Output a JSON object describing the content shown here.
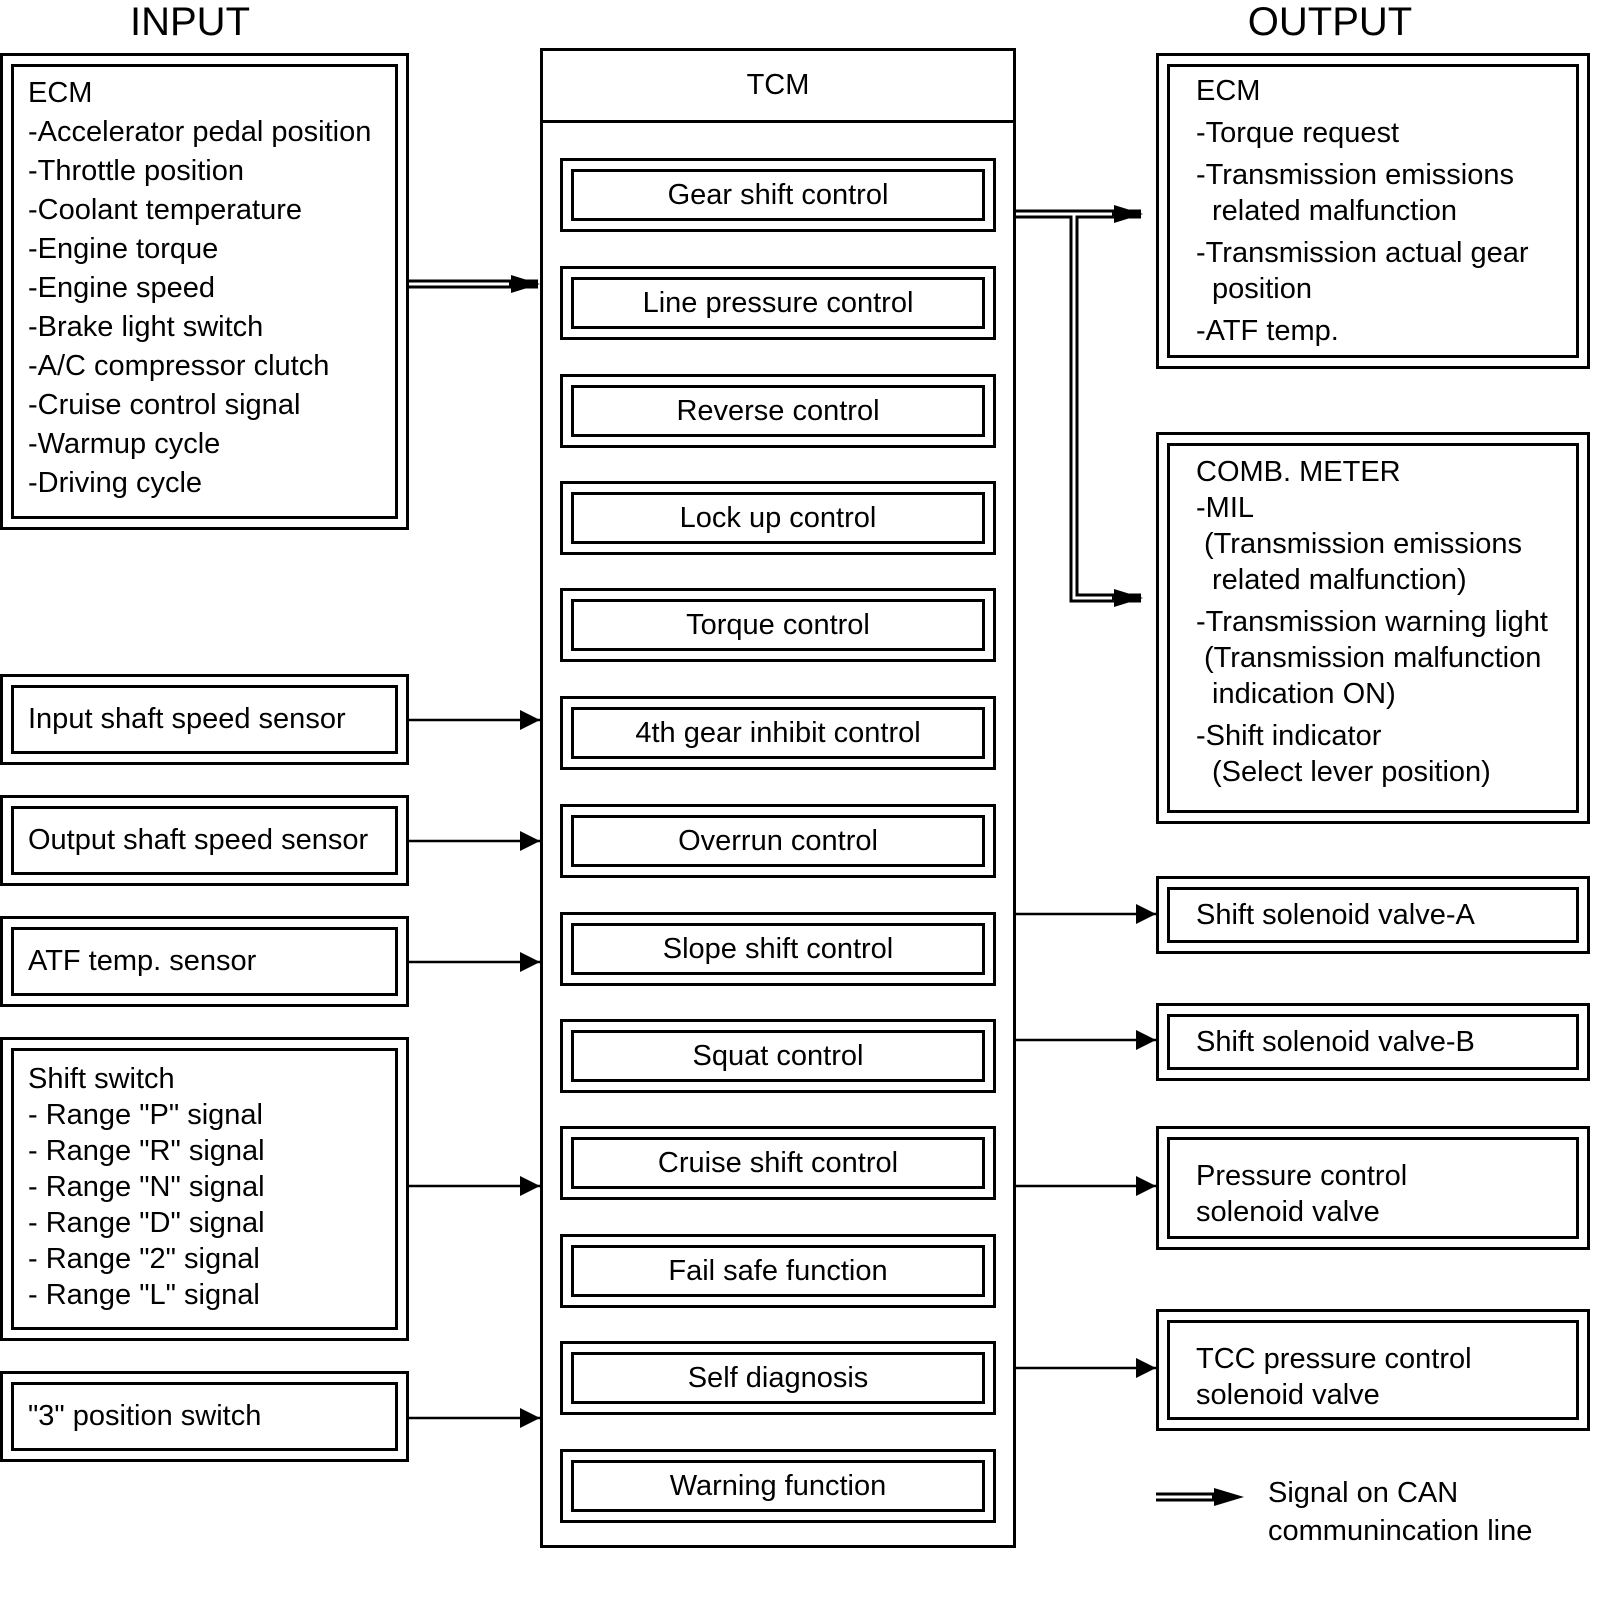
{
  "headers": {
    "input": "INPUT",
    "output": "OUTPUT"
  },
  "inputs": {
    "ecm": {
      "title": "ECM",
      "items": [
        "-Accelerator pedal position",
        "-Throttle position",
        "-Coolant temperature",
        "-Engine torque",
        "-Engine speed",
        "-Brake light switch",
        "-A/C compressor clutch",
        "-Cruise control signal",
        "-Warmup cycle",
        "-Driving cycle"
      ]
    },
    "input_shaft_speed_sensor": "Input shaft speed sensor",
    "output_shaft_speed_sensor": "Output shaft speed sensor",
    "atf_temp_sensor": "ATF temp. sensor",
    "shift_switch": {
      "title": "Shift switch",
      "items": [
        "- Range \"P\" signal",
        "- Range \"R\" signal",
        "- Range \"N\" signal",
        "- Range \"D\" signal",
        "- Range \"2\" signal",
        "- Range \"L\" signal"
      ]
    },
    "position_3_switch": "\"3\" position switch"
  },
  "tcm": {
    "title": "TCM",
    "functions": [
      "Gear shift control",
      "Line pressure control",
      "Reverse control",
      "Lock up control",
      "Torque control",
      "4th gear inhibit control",
      "Overrun control",
      "Slope shift control",
      "Squat control",
      "Cruise shift control",
      "Fail safe function",
      "Self diagnosis",
      "Warning function"
    ]
  },
  "outputs": {
    "ecm": {
      "title": "ECM",
      "line1": "-Torque request",
      "line2": "-Transmission emissions",
      "line3": "related malfunction",
      "line4": "-Transmission actual gear",
      "line5": "position",
      "line6": "-ATF temp."
    },
    "comb_meter": {
      "title": "COMB. METER",
      "line1": "-MIL",
      "line2": "(Transmission emissions",
      "line3": "related malfunction)",
      "line4": "-Transmission warning light",
      "line5": "(Transmission malfunction",
      "line6": "indication ON)",
      "line7": "-Shift indicator",
      "line8": "(Select lever position)"
    },
    "shift_solenoid_a": "Shift solenoid valve-A",
    "shift_solenoid_b": "Shift solenoid valve-B",
    "pressure_control_solenoid": {
      "line1": "Pressure control",
      "line2": "solenoid valve"
    },
    "tcc_pressure_control_solenoid": {
      "line1": "TCC pressure control",
      "line2": "solenoid valve"
    }
  },
  "legend": {
    "line1": "Signal on CAN",
    "line2": "communincation line"
  }
}
